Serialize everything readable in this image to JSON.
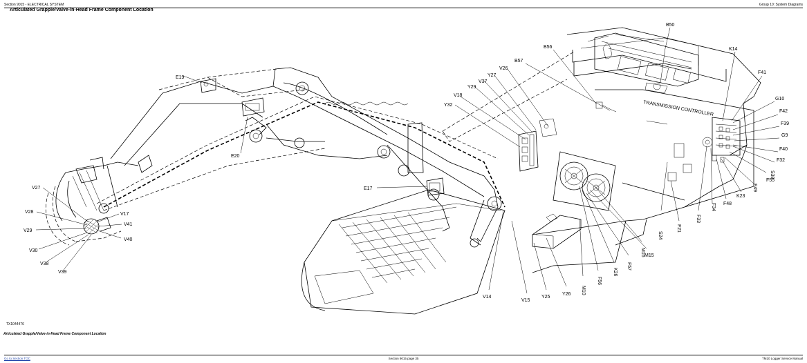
{
  "header": {
    "left": "Section 9015 - ELECTRICAL SYSTEM",
    "right": "Group 10: System Diagrams"
  },
  "title": "Articulated Grapple/Valve-in-Head Frame Component Location",
  "figure_id": "TX1044476",
  "caption": "Articulated Grapple/Valve-in-Head Frame Component Location",
  "footer": {
    "left": "Go to Section TOC",
    "center": "Section 9015 page 35",
    "right": "TM10 Logger Service Manual"
  },
  "labels": {
    "B50": "B50",
    "B56": "B56",
    "B57": "B57",
    "K14": "K14",
    "F41": "F41",
    "G10": "G10",
    "F42": "F42",
    "F39": "F39",
    "G9": "G9",
    "F40": "F40",
    "F32": "F32",
    "S38": "S38",
    "F55": "F55",
    "F49": "F49",
    "K23": "K23",
    "F48": "F48",
    "F34": "F34",
    "F33": "F33",
    "F21": "F21",
    "S24": "S24",
    "M16": "M16",
    "M15": "M15",
    "F57": "F57",
    "K26": "K26",
    "F56": "F56",
    "M10": "M10",
    "Y26": "Y26",
    "Y25": "Y25",
    "V15": "V15",
    "V14": "V14",
    "E17": "E17",
    "E20": "E20",
    "E19": "E19",
    "Y32": "Y32",
    "V18": "V18",
    "Y29": "Y29",
    "V37": "V37",
    "Y27": "Y27",
    "V26": "V26",
    "V27": "V27",
    "V28": "V28",
    "V29": "V29",
    "V30": "V30",
    "V38": "V38",
    "V39": "V39",
    "V17": "V17",
    "V41": "V41",
    "V40": "V40"
  }
}
